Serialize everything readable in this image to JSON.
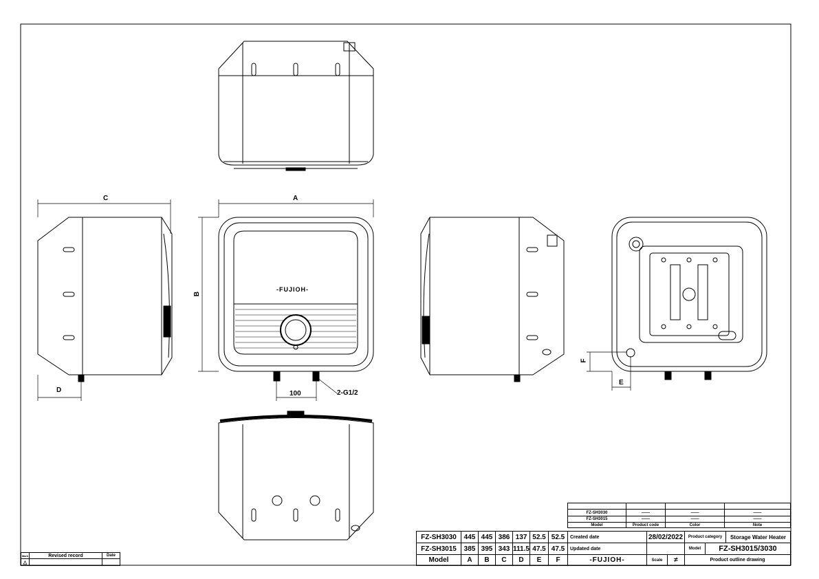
{
  "drawing": {
    "brand_logo": "-FUJIOH-",
    "dimension_labels": {
      "A": "A",
      "B": "B",
      "C": "C",
      "D": "D",
      "E": "E",
      "F": "F",
      "spacing": "100",
      "thread": "2-G1/2"
    }
  },
  "dimension_table": {
    "headers": [
      "Model",
      "A",
      "B",
      "C",
      "D",
      "E",
      "F"
    ],
    "rows": [
      [
        "FZ-SH3030",
        "445",
        "445",
        "386",
        "137",
        "52.5",
        "52.5"
      ],
      [
        "FZ-SH3015",
        "385",
        "395",
        "343",
        "111.5",
        "47.5",
        "47.5"
      ]
    ]
  },
  "title_block": {
    "variant_rows": [
      {
        "model": "FZ-SH3030",
        "product_code": "——",
        "color": "——",
        "note": "——"
      },
      {
        "model": "FZ-SH3015",
        "product_code": "——",
        "color": "——",
        "note": "——"
      }
    ],
    "variant_headers": {
      "model": "Model",
      "product_code": "Product code",
      "color": "Color",
      "note": "Note"
    },
    "created_date_label": "Created date",
    "created_date": "28/02/2022",
    "product_category_label": "Product category",
    "product_category": "Storage Water Heater",
    "updated_date_label": "Updated date",
    "model_label": "Model",
    "model": "FZ-SH3015/3030",
    "company": "-FUJIOH-",
    "scale_label": "Scale",
    "scale_value": "≠",
    "drawing_title": "Product outline drawing"
  },
  "revision_block": {
    "mark": "Mark",
    "mark_symbol": "△",
    "revised_record": "Revised record",
    "date": "Date"
  }
}
